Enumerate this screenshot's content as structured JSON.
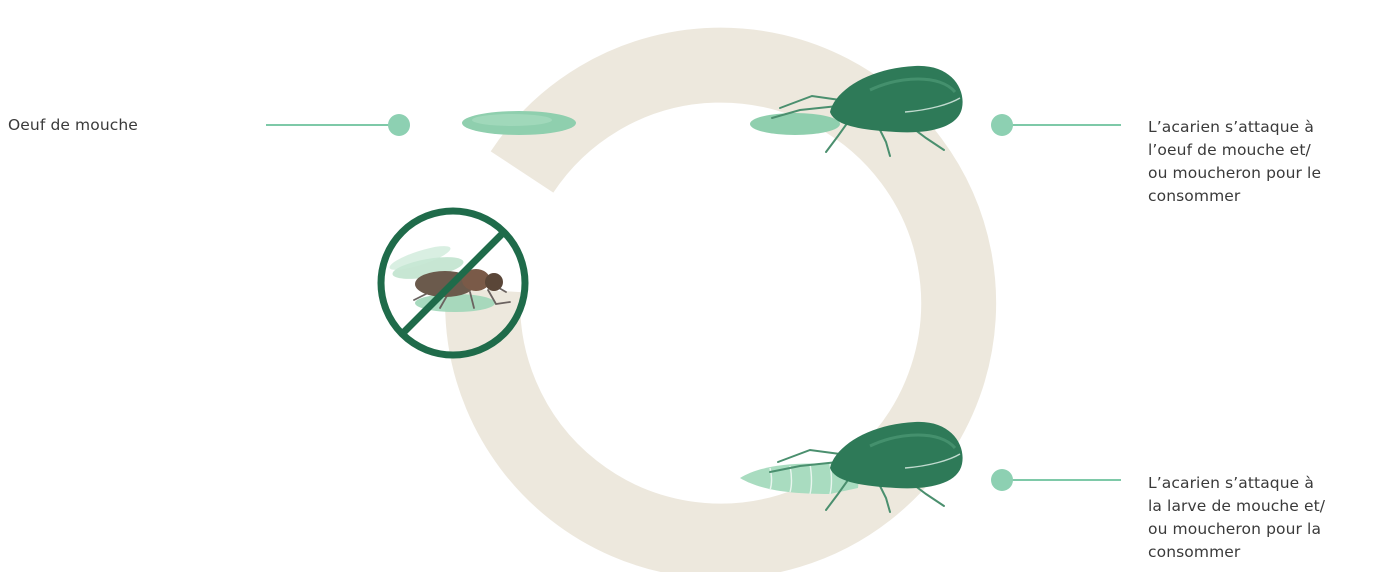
{
  "colors": {
    "cycle_ring": "#ede8dd",
    "connector": "#7ec9a8",
    "dot": "#8dd0b2",
    "mite_body": "#2e7a58",
    "mite_highlight": "#4f9a76",
    "egg": "#8fcfae",
    "prohibition": "#1f6b4a",
    "fly_body": "#6b5a4c",
    "larva": "#a9dcc0"
  },
  "icons": {
    "fly_egg": "egg-icon",
    "mite": "predatory-mite-icon",
    "fly_forbidden": "no-fly-icon",
    "larva": "larva-icon"
  },
  "labels": {
    "egg": "Oeuf de mouche",
    "mite_egg": [
      "L’acarien s’attaque à",
      "l’oeuf de mouche et/",
      "ou moucheron pour le",
      "consommer"
    ],
    "mite_larva": [
      "L’acarien s’attaque à",
      "la larve de mouche et/",
      "ou moucheron pour la",
      "consommer"
    ]
  }
}
